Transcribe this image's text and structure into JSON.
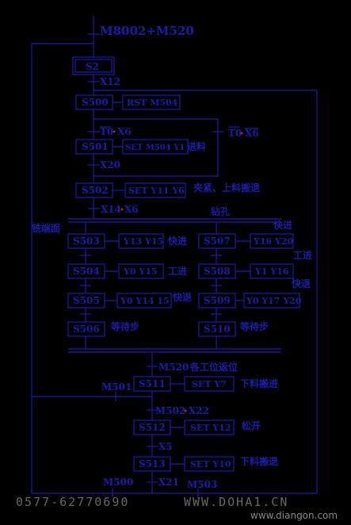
{
  "title": "M8002+M520",
  "steps": {
    "s2": "S2",
    "s500": "S500",
    "s501": "S501",
    "s502": "S502",
    "s503": "S503",
    "s504": "S504",
    "s505": "S505",
    "s506": "S506",
    "s507": "S507",
    "s508": "S508",
    "s509": "S509",
    "s510": "S510",
    "s511": "S511",
    "s512": "S512",
    "s513": "S513"
  },
  "actions": {
    "s500": "RST M504",
    "s501": "SET M504 Y1",
    "s501_note": "进料",
    "s502": "SET Y11 Y6",
    "s502_note": "夹紧、上料搬退",
    "s503": "Y13  Y15",
    "s503_note": "快进",
    "s504": "Y0 Y15",
    "s504_note": "工进",
    "s505": "Y0 Y14 15",
    "s505_note": "快退",
    "s506_note": "等待步",
    "s507": "Y16 Y20",
    "s508": "Y1 Y16",
    "s509": "Y0 Y17 Y20",
    "s510_note": "等待步",
    "s511": "SET Y7",
    "s511_note": "下料搬进",
    "s512": "SET Y12",
    "s512_note": "松开",
    "s513": "SET Y10",
    "s513_note": "下料搬退"
  },
  "transitions": {
    "x12": "X12",
    "t0_x6": "T0",
    "x6a": "X6",
    "t0_x6_right": "T0",
    "x6b": "X6",
    "x20": "X20",
    "x14": "X14",
    "x14_x6": "X6",
    "m520": "M520",
    "m520_note": "各工位返位",
    "m501": "M501",
    "m502": "M502",
    "x22": "X22",
    "x5": "X5",
    "m500": "M500",
    "x21": "X21",
    "m503": "M503"
  },
  "labels": {
    "left_branch": "铣端面",
    "right_branch": "钻孔",
    "right_kuaijin": "快进",
    "right_gongjin": "工进",
    "right_kuaitui": "快退"
  },
  "watermark": {
    "phone": "0577-62770690",
    "site": "WWW.DOHA1.CN",
    "site2": "www.diangon.com"
  }
}
